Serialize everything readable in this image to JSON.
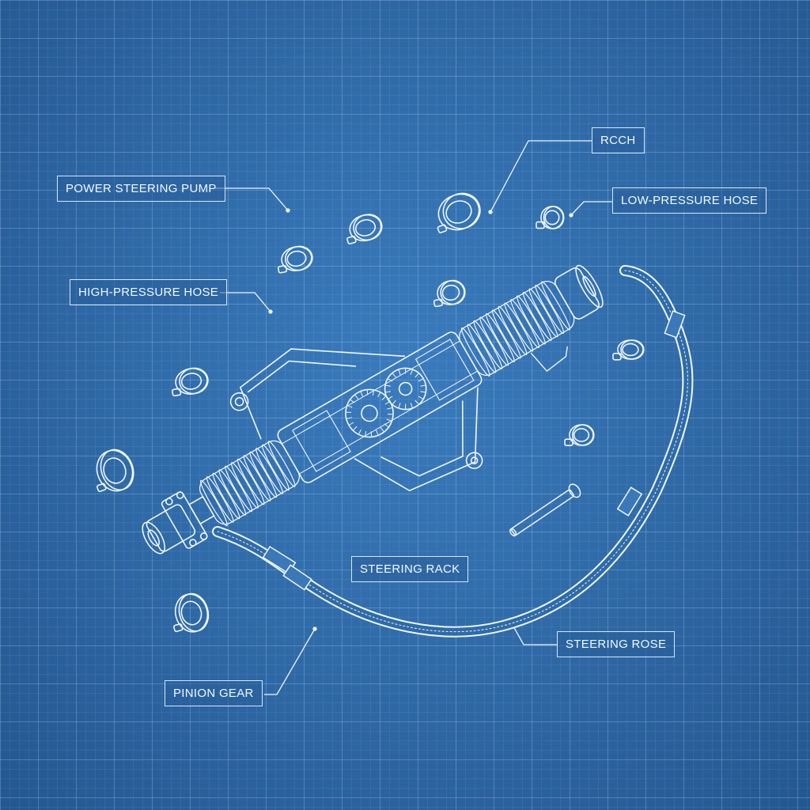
{
  "colors": {
    "background": "#2f6ba8",
    "grid": "#9cc4ee",
    "linework": "#eef6ff"
  },
  "labels": {
    "power_steering_pump": "POWER STEERING PUMP",
    "rcch": "RCCH",
    "low_pressure_hose": "LOW-PRESSURE HOSE",
    "high_pressure_hose": "HIGH-PRESSURE HOSE",
    "steering_rack": "STEERING RACK",
    "steering_rose": "STEERING ROSE",
    "pinion_gear": "PINION GEAR"
  }
}
